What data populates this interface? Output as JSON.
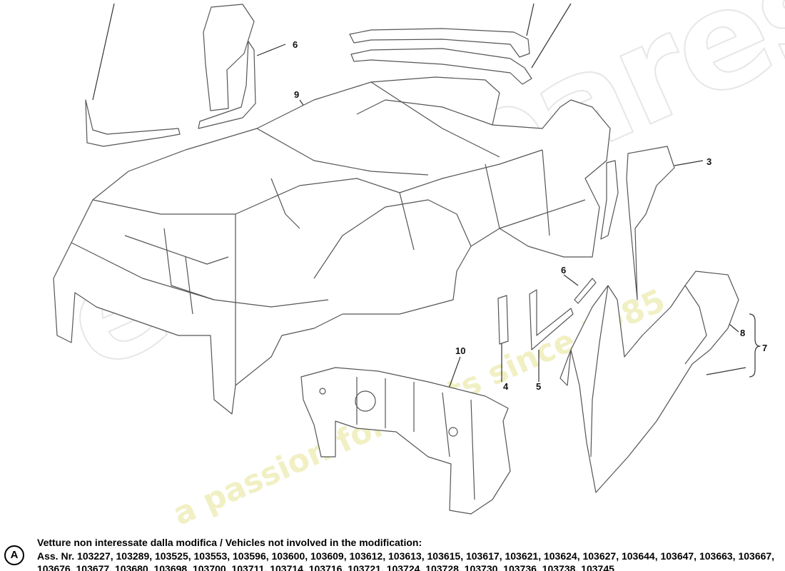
{
  "watermark": {
    "brand": "eurospares",
    "tagline": "a passion for parts since 1985"
  },
  "callouts": [
    "3",
    "4",
    "5",
    "6",
    "6",
    "7",
    "8",
    "9",
    "10"
  ],
  "note": {
    "badge": "A",
    "title": "Vetture non interessate dalla modifica / Vehicles not involved in the modification:",
    "list": "Ass. Nr. 103227, 103289, 103525, 103553, 103596, 103600, 103609, 103612, 103613, 103615, 103617, 103621, 103624, 103627, 103644, 103647, 103663, 103667, 103676, 103677, 103680, 103698, 103700, 103711, 103714, 103716, 103721, 103724, 103728, 103730, 103736, 103738, 103745"
  }
}
